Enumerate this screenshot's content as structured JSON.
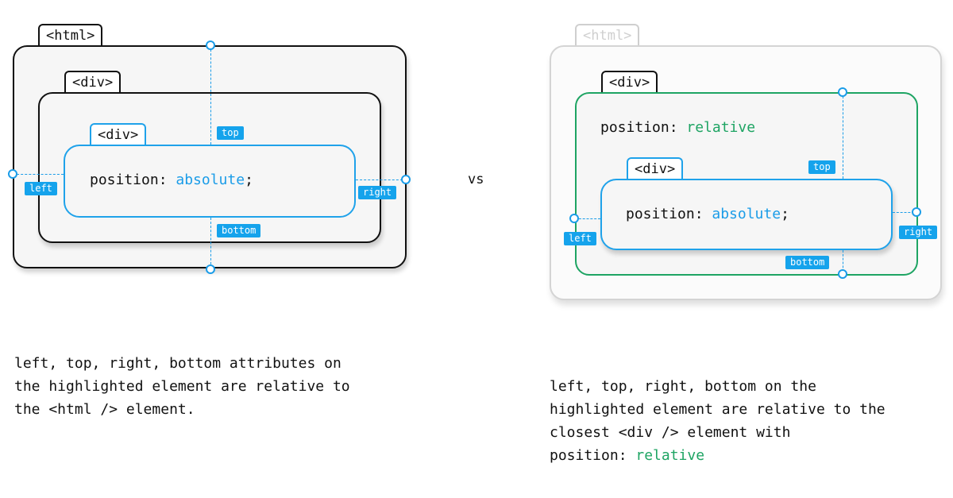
{
  "left_diagram": {
    "html_tab": "<html>",
    "outer_div_tab": "<div>",
    "inner_div_tab": "<div>",
    "code_prefix": "position: ",
    "code_value": "absolute",
    "code_suffix": ";",
    "badges": {
      "top": "top",
      "left": "left",
      "right": "right",
      "bottom": "bottom"
    }
  },
  "vs_label": "vs",
  "right_diagram": {
    "html_tab": "<html>",
    "relative_div_tab": "<div>",
    "relative_code_prefix": "position: ",
    "relative_code_value": "relative",
    "inner_div_tab": "<div>",
    "code_prefix": "position: ",
    "code_value": "absolute",
    "code_suffix": ";",
    "badges": {
      "top": "top",
      "left": "left",
      "right": "right",
      "bottom": "bottom"
    }
  },
  "left_caption": {
    "line1": "left, top, right, bottom attributes on",
    "line2": "the highlighted element are relative to",
    "line3": "the <html /> element."
  },
  "right_caption": {
    "line1": "left, top, right, bottom on the",
    "line2": "highlighted element are relative to the",
    "line3": "closest <div /> element with",
    "line4_prefix": "position: ",
    "line4_value": "relative"
  },
  "colors": {
    "accent_blue": "#1a9ce8",
    "accent_green": "#1ea463",
    "outline": "#111111",
    "box_fill": "#f6f6f6",
    "faded": "#cfcfcf"
  }
}
